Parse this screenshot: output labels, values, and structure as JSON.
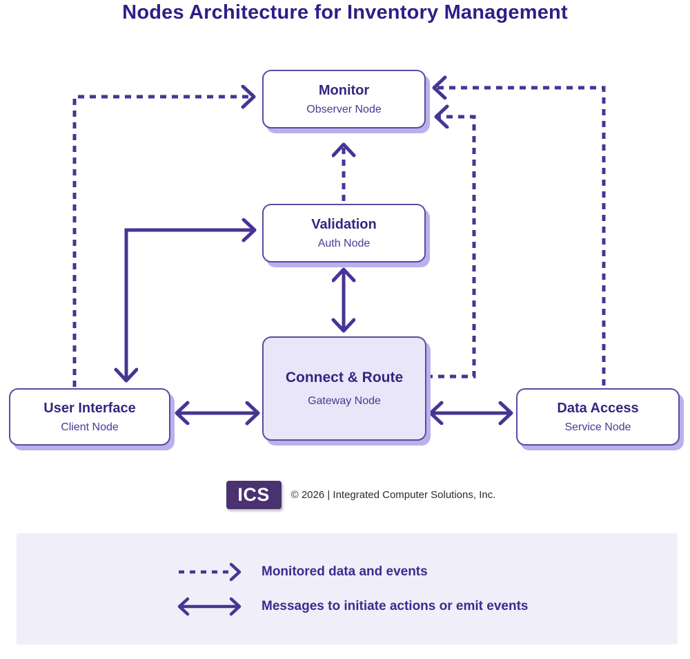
{
  "title": "Nodes Architecture for Inventory Management",
  "colors": {
    "accent_arrow": "#473493",
    "node_border": "#584aa2",
    "node_shadow": "#bcb0ec",
    "heading_text": "#34267f",
    "subtitle_text": "#473a93",
    "gateway_fill": "#e9e6f9",
    "legend_bg": "#f0eef8",
    "logo_bg": "#4a3170"
  },
  "nodes": [
    {
      "id": "monitor",
      "title": "Monitor",
      "subtitle": "Observer Node"
    },
    {
      "id": "validation",
      "title": "Validation",
      "subtitle": "Auth Node"
    },
    {
      "id": "gateway",
      "title": "Connect & Route",
      "subtitle": "Gateway Node"
    },
    {
      "id": "ui",
      "title": "User Interface",
      "subtitle": "Client Node"
    },
    {
      "id": "data",
      "title": "Data Access",
      "subtitle": "Service Node"
    }
  ],
  "edges": [
    {
      "from": "ui",
      "to": "monitor",
      "type": "monitored",
      "style": "dashed"
    },
    {
      "from": "data",
      "to": "monitor",
      "type": "monitored",
      "style": "dashed"
    },
    {
      "from": "gateway",
      "to": "monitor",
      "type": "monitored",
      "style": "dashed"
    },
    {
      "from": "validation",
      "to": "monitor",
      "type": "monitored",
      "style": "dashed"
    },
    {
      "from": "ui",
      "to": "validation",
      "type": "message",
      "style": "solid-bidirectional"
    },
    {
      "from": "validation",
      "to": "gateway",
      "type": "message",
      "style": "solid-bidirectional"
    },
    {
      "from": "ui",
      "to": "gateway",
      "type": "message",
      "style": "solid-bidirectional"
    },
    {
      "from": "gateway",
      "to": "data",
      "type": "message",
      "style": "solid-bidirectional"
    }
  ],
  "footer": {
    "logo_text": "ICS",
    "copyright": "© 2026 | Integrated Computer Solutions, Inc."
  },
  "legend": {
    "items": [
      {
        "icon": "dashed-arrow-icon",
        "label": "Monitored data and events"
      },
      {
        "icon": "double-arrow-icon",
        "label": "Messages to initiate actions or emit events"
      }
    ]
  }
}
